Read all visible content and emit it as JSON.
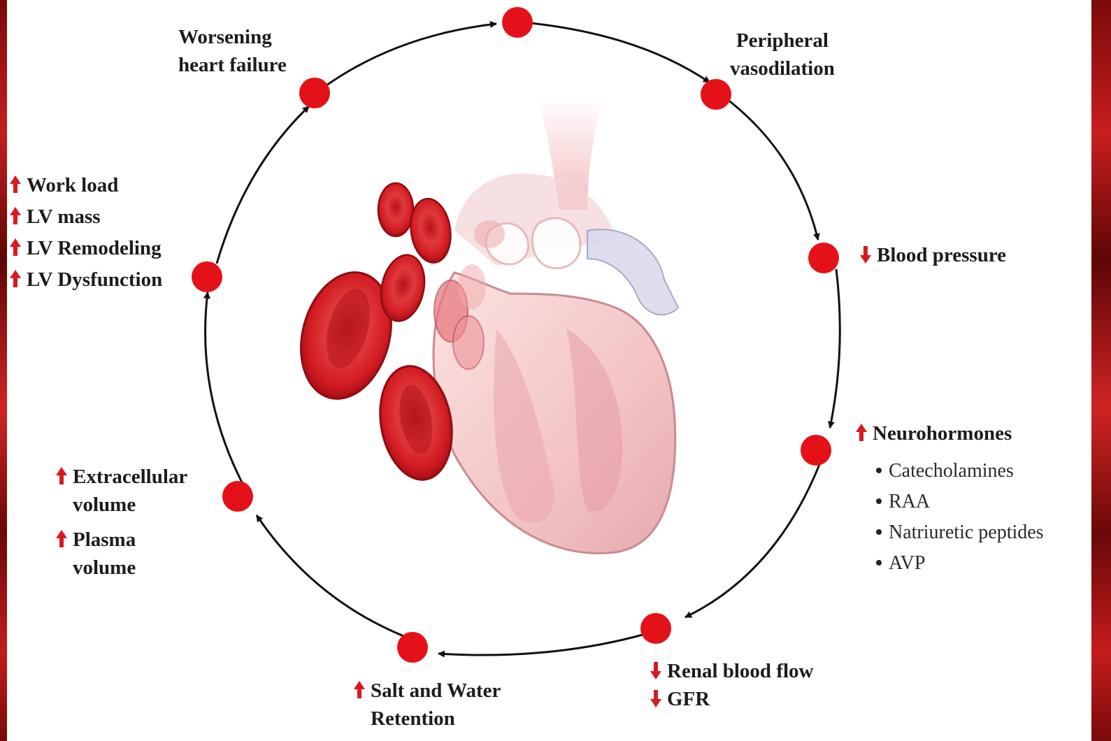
{
  "colors": {
    "node": "#e41218",
    "arrow_up": "#d81a20",
    "arrow_down": "#d81a20",
    "cycle_line": "#111111",
    "text": "#1c1c1c"
  },
  "nodes": [
    {
      "name": "top",
      "label": ""
    },
    {
      "name": "peripheral-vasodilation",
      "label": "Peripheral vasodilation"
    },
    {
      "name": "blood-pressure",
      "label": "Blood pressure"
    },
    {
      "name": "neurohormones",
      "label": "Neurohormones"
    },
    {
      "name": "renal",
      "label": "Renal blood flow / GFR"
    },
    {
      "name": "salt-water",
      "label": "Salt and Water Retention"
    },
    {
      "name": "volume",
      "label": "Extracellular volume / Plasma volume"
    },
    {
      "name": "lv",
      "label": "Work load / LV mass / LV Remodeling / LV Dysfunction"
    },
    {
      "name": "worsening",
      "label": "Worsening heart failure"
    }
  ],
  "labels": {
    "worsening_1": "Worsening",
    "worsening_2": "heart failure",
    "peripheral_1": "Peripheral",
    "peripheral_2": "vasodilation",
    "blood_pressure": "Blood pressure",
    "neurohormones": "Neurohormones",
    "neuro_items": [
      "Catecholamines",
      "RAA",
      "Natriuretic peptides",
      "AVP"
    ],
    "renal_blood_flow": "Renal blood flow",
    "gfr": "GFR",
    "salt_water_1": "Salt and Water",
    "salt_water_2": "Retention",
    "extracellular_1": "Extracellular",
    "extracellular_2": "volume",
    "plasma_1": "Plasma",
    "plasma_2": "volume",
    "work_load": "Work load",
    "lv_mass": "LV mass",
    "lv_remodeling": "LV Remodeling",
    "lv_dysfunction": "LV Dysfunction"
  },
  "indicators": {
    "work_load": "up",
    "lv_mass": "up",
    "lv_remodeling": "up",
    "lv_dysfunction": "up",
    "blood_pressure": "down",
    "neurohormones": "up",
    "renal_blood_flow": "down",
    "gfr": "down",
    "salt_water": "up",
    "extracellular": "up",
    "plasma": "up"
  },
  "illustration": "heart-with-red-blood-cells"
}
